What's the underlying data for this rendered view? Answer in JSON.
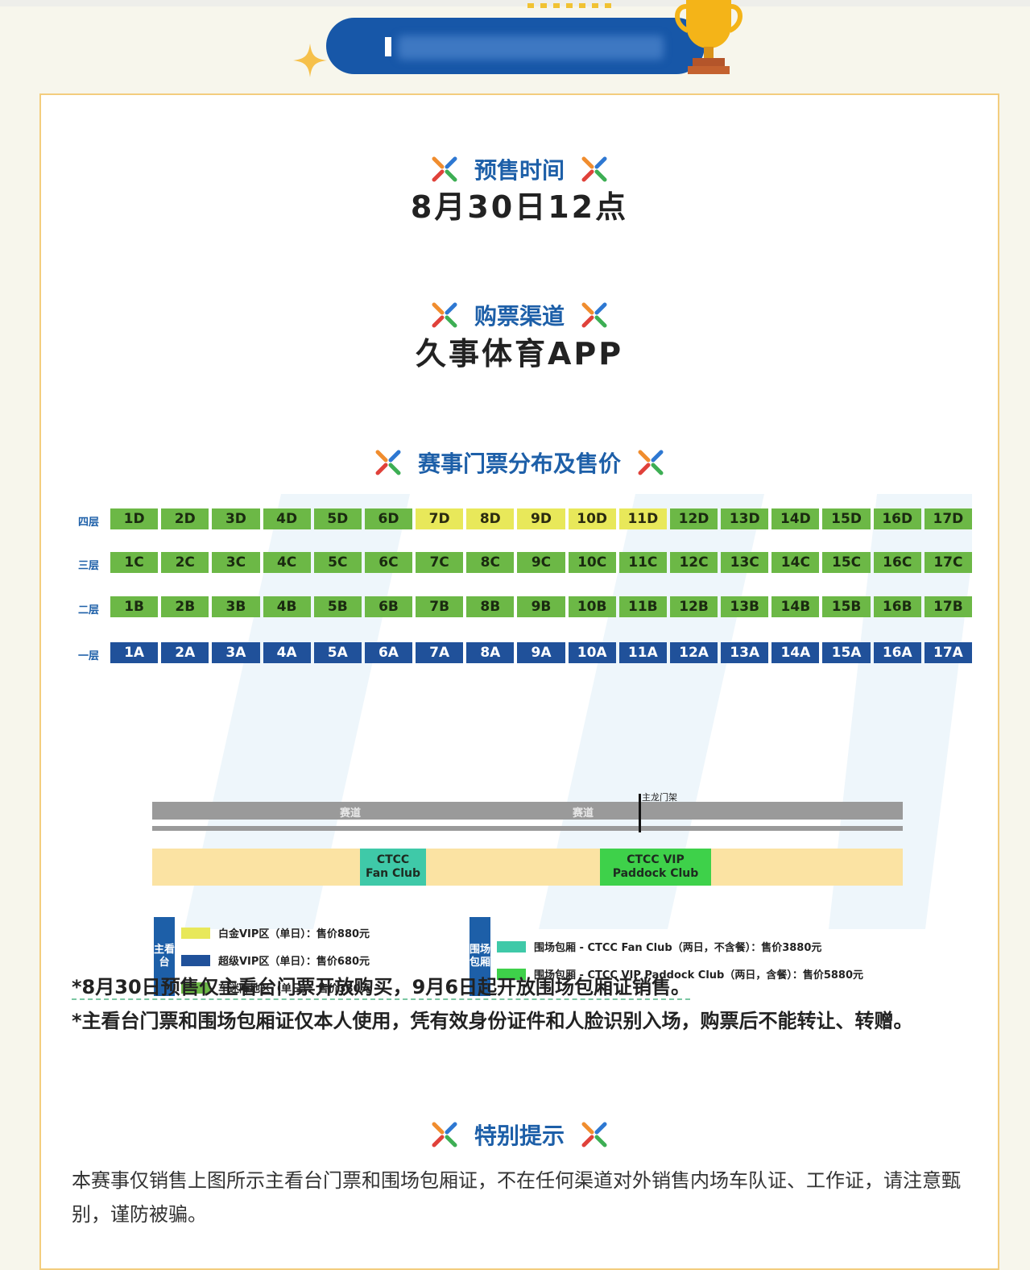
{
  "sections": {
    "presale": {
      "heading": "预售时间",
      "value": "8月30日12点"
    },
    "channel": {
      "heading": "购票渠道",
      "value": "久事体育APP"
    },
    "tickets": {
      "heading": "赛事门票分布及售价"
    },
    "tip": {
      "heading": "特别提示",
      "text": "本赛事仅销售上图所示主看台门票和围场包厢证，不在任何渠道对外销售内场车队证、工作证，请注意甄别，谨防被骗。"
    }
  },
  "seat_map": {
    "rows": [
      {
        "label": "四层",
        "seats": [
          "1D",
          "2D",
          "3D",
          "4D",
          "5D",
          "6D",
          "7D",
          "8D",
          "9D",
          "10D",
          "11D",
          "12D",
          "13D",
          "14D",
          "15D",
          "16D",
          "17D"
        ],
        "tiers": [
          "g",
          "g",
          "g",
          "g",
          "g",
          "g",
          "y",
          "y",
          "y",
          "y",
          "y",
          "g",
          "g",
          "g",
          "g",
          "g",
          "g"
        ]
      },
      {
        "label": "三层",
        "seats": [
          "1C",
          "2C",
          "3C",
          "4C",
          "5C",
          "6C",
          "7C",
          "8C",
          "9C",
          "10C",
          "11C",
          "12C",
          "13C",
          "14C",
          "15C",
          "16C",
          "17C"
        ],
        "tiers": [
          "g",
          "g",
          "g",
          "g",
          "g",
          "g",
          "g",
          "g",
          "g",
          "g",
          "g",
          "g",
          "g",
          "g",
          "g",
          "g",
          "g"
        ]
      },
      {
        "label": "二层",
        "seats": [
          "1B",
          "2B",
          "3B",
          "4B",
          "5B",
          "6B",
          "7B",
          "8B",
          "9B",
          "10B",
          "11B",
          "12B",
          "13B",
          "14B",
          "15B",
          "16B",
          "17B"
        ],
        "tiers": [
          "g",
          "g",
          "g",
          "g",
          "g",
          "g",
          "g",
          "g",
          "g",
          "g",
          "g",
          "g",
          "g",
          "g",
          "g",
          "g",
          "g"
        ]
      },
      {
        "label": "一层",
        "seats": [
          "1A",
          "2A",
          "3A",
          "4A",
          "5A",
          "6A",
          "7A",
          "8A",
          "9A",
          "10A",
          "11A",
          "12A",
          "13A",
          "14A",
          "15A",
          "16A",
          "17A"
        ],
        "tiers": [
          "b",
          "b",
          "b",
          "b",
          "b",
          "b",
          "b",
          "b",
          "b",
          "b",
          "b",
          "b",
          "b",
          "b",
          "b",
          "b",
          "b"
        ]
      }
    ],
    "track_label_1": "赛道",
    "track_label_2": "赛道",
    "gantry_label": "主龙门架",
    "fan_club": {
      "line1": "CTCC",
      "line2": "Fan Club"
    },
    "vip_paddock": {
      "line1": "CTCC VIP",
      "line2": "Paddock Club"
    }
  },
  "legend": {
    "main_stand": {
      "tag": "主看台",
      "items": [
        {
          "label": "白金VIP区（单日）：售价880元",
          "color": "#e8e85a"
        },
        {
          "label": "超级VIP区（单日）：售价680元",
          "color": "#20519a"
        },
        {
          "label": "车迷阵地区（单日）：售价380元",
          "color": "#6cb846"
        }
      ]
    },
    "paddock_box": {
      "tag": "围场包厢",
      "items": [
        {
          "label": "围场包厢 - CTCC Fan Club（两日，不含餐）：售价3880元",
          "color": "#3fc9a8"
        },
        {
          "label": "围场包厢 - CTCC VIP Paddock Club（两日，含餐）：售价5880元",
          "color": "#3ed14a"
        }
      ]
    }
  },
  "notes": {
    "note1": "*8月30日预售仅主看台门票开放购买，9月6日起开放围场包厢证销售。",
    "note2": "*主看台门票和围场包厢证仅本人使用，凭有效身份证件和人脸识别入场，购票后不能转让、转赠。"
  },
  "colors": {
    "accent": "#1d5fa8",
    "border": "#f3cd7e",
    "platinum": "#e8e85a",
    "super": "#20519a",
    "fan": "#6cb846"
  }
}
